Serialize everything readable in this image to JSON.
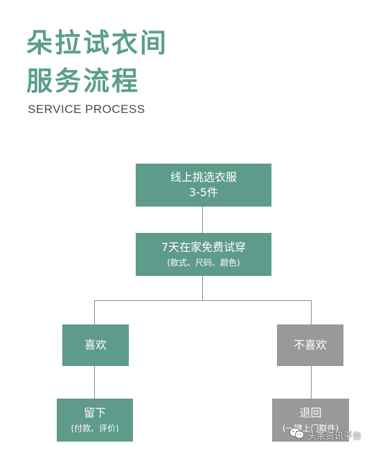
{
  "header": {
    "title_line1": "朵拉试衣间",
    "title_line2": "服务流程",
    "subtitle": "SERVICE PROCESS"
  },
  "flow": {
    "step1": {
      "line1": "线上挑选衣服",
      "line2": "3-5件"
    },
    "step2": {
      "main": "7天在家免费试穿",
      "sub": "(款式、尺码、颜色)"
    },
    "branch_like": {
      "label": "喜欢"
    },
    "branch_dislike": {
      "label": "不喜欢"
    },
    "result_keep": {
      "main": "留下",
      "sub": "(付款、评价)"
    },
    "result_return": {
      "main": "退回",
      "sub": "(一键上门取件)"
    }
  },
  "colors": {
    "title": "#5a9e8c",
    "teal_box": "#5f9b8a",
    "gray_box": "#999999",
    "connector": "#8c8c8c"
  },
  "watermark": {
    "text": "头条资讯平台",
    "icon": "wechat-icon"
  }
}
